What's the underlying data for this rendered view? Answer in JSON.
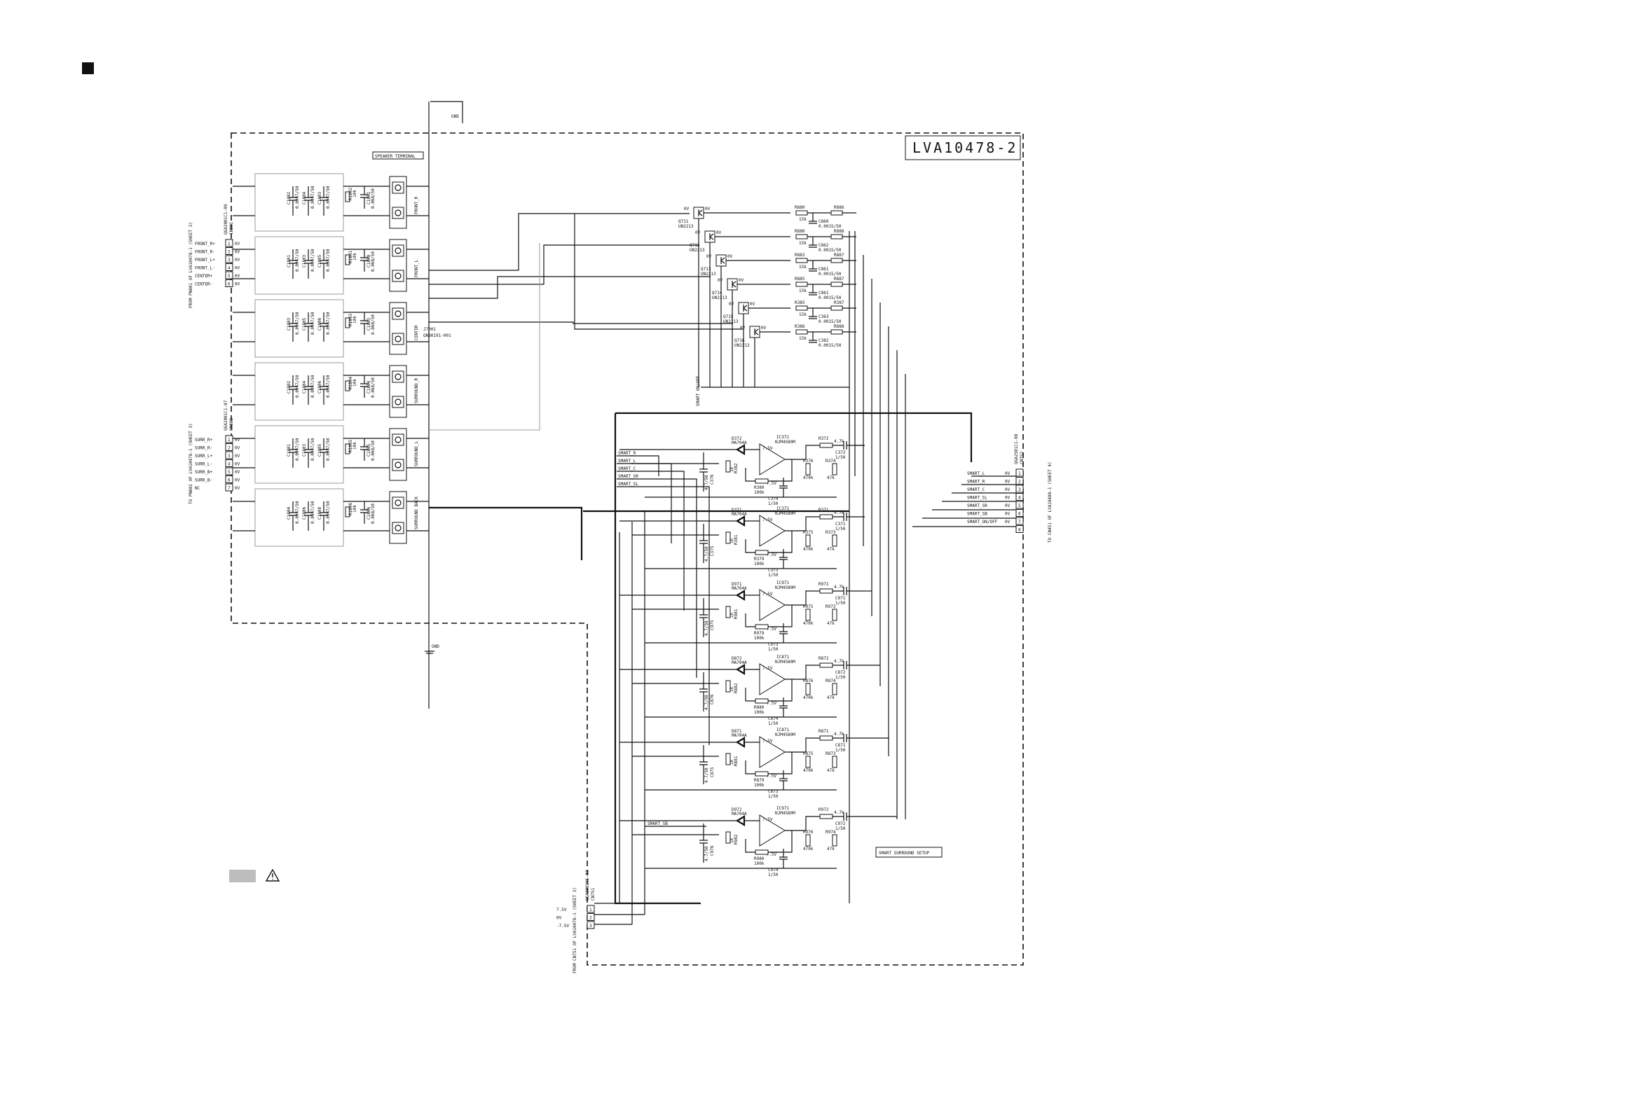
{
  "board_id": "LVA10478-2",
  "boxes": {
    "speaker_terminal": "SPEAKER TERMINAL",
    "smart_surround_setup": "SMART SURROUND SETUP"
  },
  "connectors": {
    "cn_front": {
      "ref": "CN801",
      "part": "QGA2001C1-09",
      "note": "FROM PN801 OF LVA10478-1 (SHEET 3)",
      "pins": [
        {
          "n": "1",
          "name": "FRONT_R+",
          "v": "0V"
        },
        {
          "n": "2",
          "name": "FRONT_R-",
          "v": "0V"
        },
        {
          "n": "3",
          "name": "FRONT_L+",
          "v": "0V"
        },
        {
          "n": "4",
          "name": "FRONT_L-",
          "v": "0V"
        },
        {
          "n": "5",
          "name": "CENTER+",
          "v": "0V"
        },
        {
          "n": "6",
          "name": "CENTER-",
          "v": "0V"
        }
      ]
    },
    "cn_surr": {
      "ref": "CN802",
      "part": "QGA2001C1-07",
      "note": "TO PN802 OF LVA10478-1 (SHEET 3)",
      "pins": [
        {
          "n": "1",
          "name": "SURR_R+",
          "v": "0V"
        },
        {
          "n": "2",
          "name": "SURR_R-",
          "v": "0V"
        },
        {
          "n": "3",
          "name": "SURR_L+",
          "v": "0V"
        },
        {
          "n": "4",
          "name": "SURR_L-",
          "v": "0V"
        },
        {
          "n": "5",
          "name": "SURR_B+",
          "v": "0V"
        },
        {
          "n": "6",
          "name": "SURR_B-",
          "v": "0V"
        },
        {
          "n": "7",
          "name": "NC",
          "v": "0V"
        }
      ]
    },
    "cn_smart": {
      "ref": "CN752",
      "part": "QGA2501C1-08",
      "note": "TO CN451 OF LVA10480-1 (SHEET 4)",
      "pins": [
        {
          "n": "1",
          "name": "SMART_L",
          "v": "0V"
        },
        {
          "n": "2",
          "name": "SMART_R",
          "v": "0V"
        },
        {
          "n": "3",
          "name": "SMART_C",
          "v": "0V"
        },
        {
          "n": "4",
          "name": "SMART_SL",
          "v": "0V"
        },
        {
          "n": "5",
          "name": "SMART_SR",
          "v": "0V"
        },
        {
          "n": "6",
          "name": "SMART_SB",
          "v": "0V"
        },
        {
          "n": "7",
          "name": "SMART_ON/OFF",
          "v": "0V"
        },
        {
          "n": "8",
          "name": "",
          "v": ""
        }
      ]
    },
    "cn_power": {
      "ref": "CN751",
      "part": "QGA2001C1-03",
      "note": "FROM CN751 OF LVA10478-1 (SHEET 3)",
      "pins": [
        {
          "n": "1",
          "name": "7.5V"
        },
        {
          "n": "2",
          "name": "0V"
        },
        {
          "n": "3",
          "name": "-7.5V"
        }
      ]
    }
  },
  "terminals": {
    "ref": "J7001",
    "part": "QNB0191-001",
    "channels": [
      "FRONT_R",
      "FRONT_L",
      "CENTER",
      "SURROUND_R",
      "SURROUND_L",
      "SURROUND BACK"
    ]
  },
  "gnd_labels": [
    "GND",
    "GND"
  ],
  "smart_bus_labels": [
    "SMART_R",
    "SMART_L",
    "SMART_C",
    "SMART_SR",
    "SMART_SL"
  ],
  "smart_sb_label": "SMART_SB",
  "smart_onoff_label": "SMART ON/OFF",
  "transistors": [
    {
      "ref": "Q711",
      "part": "UN2213",
      "v": "0V"
    },
    {
      "ref": "Q712",
      "part": "UN2213",
      "v": "0V"
    },
    {
      "ref": "Q713",
      "part": "UN2213",
      "v": "0V"
    },
    {
      "ref": "Q714",
      "part": "UN2213",
      "v": "0V"
    },
    {
      "ref": "Q715",
      "part": "UN2213",
      "v": "0V"
    },
    {
      "ref": "Q716",
      "part": "UN2213",
      "v": "0V"
    }
  ],
  "res_top": [
    {
      "ref": "R880",
      "val": "15k"
    },
    {
      "ref": "R880",
      "val": "15k"
    },
    {
      "ref": "R883",
      "val": "15k"
    },
    {
      "ref": "R885",
      "val": "15k"
    },
    {
      "ref": "R385",
      "val": "15k"
    },
    {
      "ref": "R386",
      "val": "15k"
    }
  ],
  "caps_top": [
    {
      "ref": "C860",
      "val": "0.0015/50"
    },
    {
      "ref": "C862",
      "val": "0.0015/50"
    },
    {
      "ref": "C861",
      "val": "0.0015/50"
    },
    {
      "ref": "C861",
      "val": "0.0015/50"
    },
    {
      "ref": "C363",
      "val": "0.0015/50"
    },
    {
      "ref": "C382",
      "val": "0.0015/50"
    }
  ],
  "res_right": [
    "R886",
    "R888",
    "R887",
    "R887",
    "R387",
    "R888"
  ],
  "stages": [
    {
      "ic": "IC371",
      "ic_part": "NJM4580M",
      "diode": "D372",
      "diode_part": "MA704A",
      "vp": "7.5V",
      "vn": "-7.5V",
      "rin": "R372",
      "rin_val": "4.7k",
      "cout": "C372",
      "cout_val": "1/50",
      "r1": "R376",
      "r1_val": "470k",
      "r2": "R374",
      "r2_val": "47k",
      "rf": "R380",
      "rf_val": "100k",
      "cf": "C374",
      "cf_val": "1/50",
      "cin": "C376",
      "cin_val": "4.7/50",
      "rb": "R382",
      "rb_val": "1k"
    },
    {
      "ic": "IC371",
      "ic_part": "NJM4580M",
      "diode": "D371",
      "diode_part": "MA704A",
      "vp": "7.5V",
      "vn": "-7.5V",
      "rin": "R371",
      "rin_val": "4.7k",
      "cout": "C371",
      "cout_val": "1/50",
      "r1": "R375",
      "r1_val": "470k",
      "r2": "R373",
      "r2_val": "47k",
      "rf": "R379",
      "rf_val": "100k",
      "cf": "C373",
      "cf_val": "1/50",
      "cin": "C375",
      "cin_val": "4.7/50",
      "rb": "R381",
      "rb_val": "1k"
    },
    {
      "ic": "IC971",
      "ic_part": "NJM4580M",
      "diode": "D971",
      "diode_part": "MA704A",
      "vp": "7.5V",
      "vn": "-7.5V",
      "rin": "R971",
      "rin_val": "4.7k",
      "cout": "C971",
      "cout_val": "1/50",
      "r1": "R975",
      "r1_val": "470k",
      "r2": "R973",
      "r2_val": "47k",
      "rf": "R979",
      "rf_val": "100k",
      "cf": "C973",
      "cf_val": "1/50",
      "cin": "C975",
      "cin_val": "4.7/50",
      "rb": "R981",
      "rb_val": "1k"
    },
    {
      "ic": "IC871",
      "ic_part": "NJM4580M",
      "diode": "D872",
      "diode_part": "MA704A",
      "vp": "7.5V",
      "vn": "-7.5V",
      "rin": "R872",
      "rin_val": "4.7k",
      "cout": "C872",
      "cout_val": "1/50",
      "r1": "R876",
      "r1_val": "470k",
      "r2": "R874",
      "r2_val": "47k",
      "rf": "R880",
      "rf_val": "100k",
      "cf": "C874",
      "cf_val": "1/50",
      "cin": "C876",
      "cin_val": "4.7/50",
      "rb": "R882",
      "rb_val": "1k"
    },
    {
      "ic": "IC871",
      "ic_part": "NJM4580M",
      "diode": "D871",
      "diode_part": "MA704A",
      "vp": "7.5V",
      "vn": "-7.5V",
      "rin": "R871",
      "rin_val": "4.7k",
      "cout": "C871",
      "cout_val": "1/50",
      "r1": "R875",
      "r1_val": "470k",
      "r2": "R873",
      "r2_val": "47k",
      "rf": "R879",
      "rf_val": "100k",
      "cf": "C873",
      "cf_val": "1/50",
      "cin": "C875",
      "cin_val": "4.7/50",
      "rb": "R881",
      "rb_val": "1k"
    },
    {
      "ic": "IC971",
      "ic_part": "NJM4580M",
      "diode": "D972",
      "diode_part": "MA704A",
      "vp": "7.5V",
      "vn": "-7.5V",
      "rin": "R972",
      "rin_val": "4.7k",
      "cout": "C972",
      "cout_val": "1/50",
      "r1": "R976",
      "r1_val": "470k",
      "r2": "R974",
      "r2_val": "47k",
      "rf": "R980",
      "rf_val": "100k",
      "cf": "C974",
      "cf_val": "1/50",
      "cin": "C976",
      "cin_val": "4.7/50",
      "rb": "R982",
      "rb_val": "1k"
    }
  ],
  "filter_groups": [
    {
      "caps": [
        "C1802",
        "C1804",
        "C1803"
      ],
      "cap_val": "0.0047/50",
      "res": "R1802",
      "res_val": "10k",
      "cap_small": "C1802",
      "cap_small_val": "0.068/50"
    },
    {
      "caps": [
        "C1801",
        "C1803",
        "C1805"
      ],
      "cap_val": "0.0047/50",
      "res": "R1801",
      "res_val": "10k",
      "cap_small": "C1800",
      "cap_small_val": "0.068/50"
    },
    {
      "caps": [
        "C1803",
        "C1805",
        "C1806"
      ],
      "cap_val": "0.0047/50",
      "res": "R1803",
      "res_val": "10k",
      "cap_small": "C1803",
      "cap_small_val": "0.068/50"
    },
    {
      "caps": [
        "C1802",
        "C1804",
        "C1806"
      ],
      "cap_val": "0.0047/50",
      "res": "R1804",
      "res_val": "10k",
      "cap_small": "C1804",
      "cap_small_val": "0.068/50"
    },
    {
      "caps": [
        "C1801",
        "C1803",
        "C1805"
      ],
      "cap_val": "0.0047/50",
      "res": "R1805",
      "res_val": "10k",
      "cap_small": "C1805",
      "cap_small_val": "0.068/50"
    },
    {
      "caps": [
        "C1804",
        "C1806",
        "C1808"
      ],
      "cap_val": "0.0047/50",
      "res": "R1806",
      "res_val": "10k",
      "cap_small": "C1806",
      "cap_small_val": "0.068/50"
    }
  ],
  "colors": {
    "ink": "#111111",
    "legend_fill": "#bdbdbd"
  }
}
